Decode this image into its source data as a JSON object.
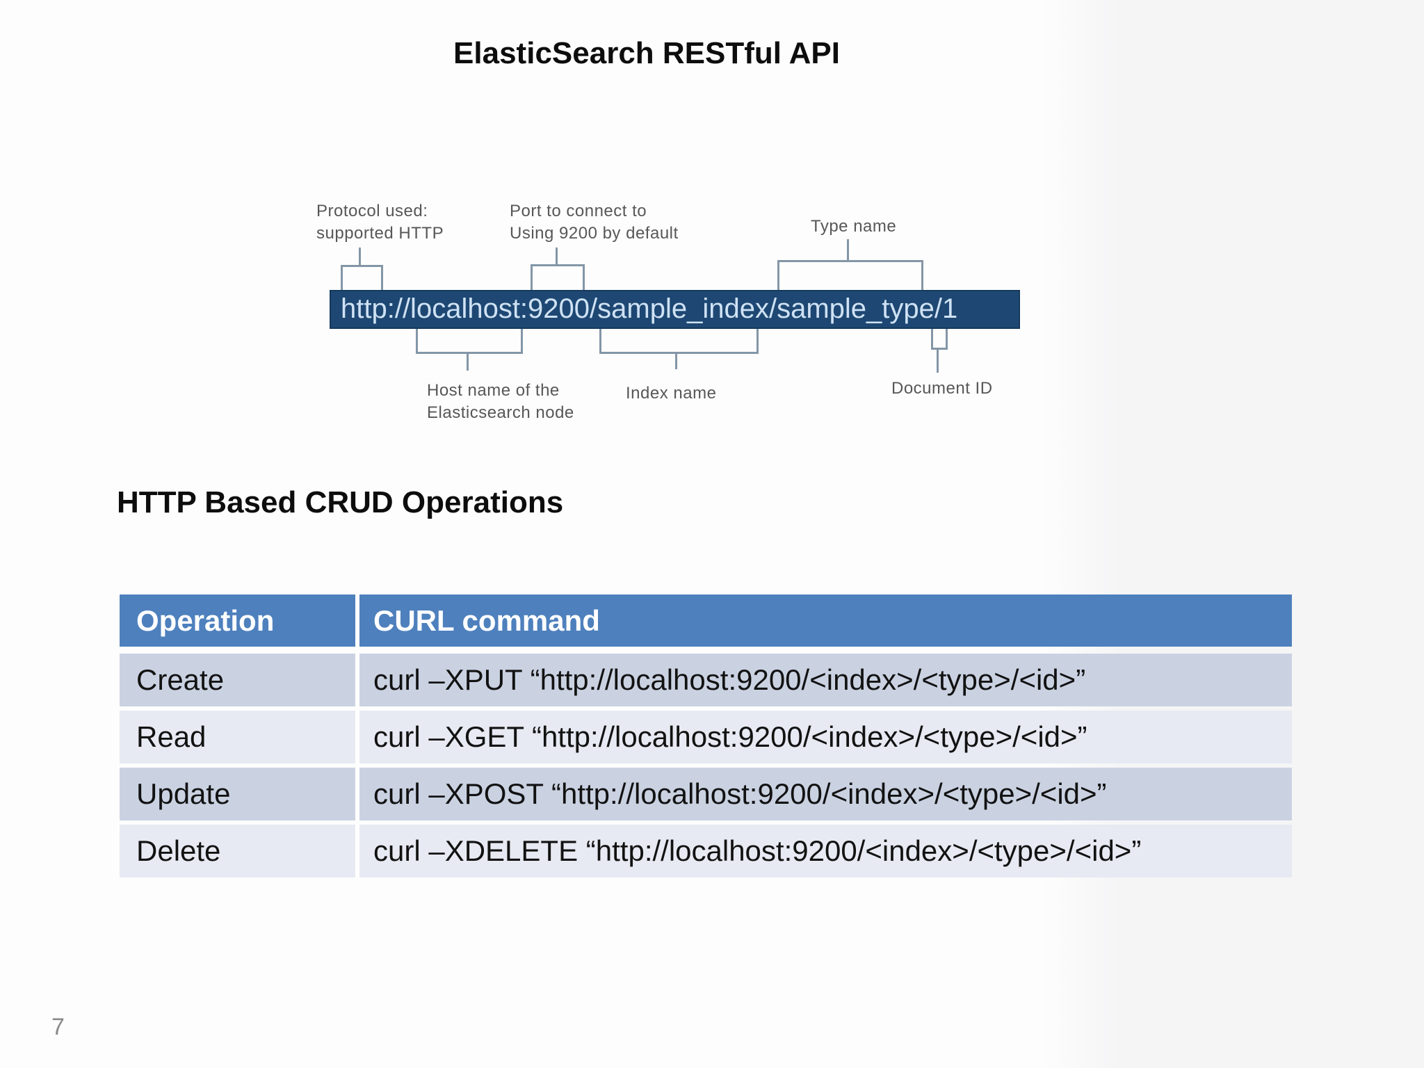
{
  "slide": {
    "title": "ElasticSearch RESTful API",
    "section_heading": "HTTP Based CRUD Operations",
    "page_number": "7"
  },
  "colors": {
    "url_bar_bg": "#1e4873",
    "url_bar_text": "#cfe2f4",
    "table_header_bg": "#4e80bd",
    "table_row_dark": "#cad2e2",
    "table_row_light": "#e7eaf2",
    "bracket_line": "#8396a7",
    "diagram_label_text": "#575757"
  },
  "diagram": {
    "url": "http://localhost:9200/sample_index/sample_type/1",
    "labels": {
      "protocol": "Protocol used:\nsupported HTTP",
      "port": "Port to connect to\nUsing 9200 by default",
      "type": "Type name",
      "host": "Host name of the\nElasticsearch node",
      "index": "Index name",
      "document_id": "Document ID"
    }
  },
  "table": {
    "headers": [
      "Operation",
      "CURL command"
    ],
    "rows": [
      {
        "operation": "Create",
        "command": "curl –XPUT “http://localhost:9200/<index>/<type>/<id>”"
      },
      {
        "operation": "Read",
        "command": "curl –XGET “http://localhost:9200/<index>/<type>/<id>”"
      },
      {
        "operation": "Update",
        "command": "curl –XPOST “http://localhost:9200/<index>/<type>/<id>”"
      },
      {
        "operation": "Delete",
        "command": "curl –XDELETE “http://localhost:9200/<index>/<type>/<id>”"
      }
    ]
  }
}
